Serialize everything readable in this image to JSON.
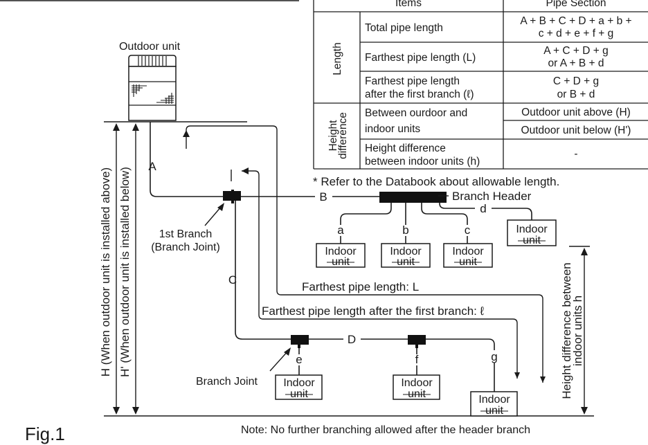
{
  "figure_label": "Fig.1",
  "table": {
    "header_items": "Items",
    "header_section": "Pipe Section",
    "group_length": "Length",
    "group_height_1": "Height",
    "group_height_2": "difference",
    "total_label": "Total pipe length",
    "total_value_1": "A + B + C + D + a + b +",
    "total_value_2": "c + d + e + f + g",
    "farthest_label": "Farthest pipe length (L)",
    "farthest_value_1": "A + C + D + g",
    "farthest_value_2": "or A + B + d",
    "after_first_label_1": "Farthest pipe length",
    "after_first_label_2": "after the first branch (ℓ)",
    "after_first_value_1": "C + D + g",
    "after_first_value_2": "or B + d",
    "between_label_1": "Between ourdoor and",
    "between_label_2": "indoor units",
    "above_value": "Outdoor unit above (H)",
    "below_value": "Outdoor unit below (H')",
    "indoor_diff_label_1": "Height difference",
    "indoor_diff_label_2": "between indoor units (h)",
    "indoor_diff_value": "-"
  },
  "databook_note": "* Refer to the Databook about allowable length.",
  "outdoor_unit_label": "Outdoor unit",
  "branch_header_label": "Branch Header",
  "first_branch_label_1": "1st Branch",
  "first_branch_label_2": "(Branch Joint)",
  "branch_joint_label": "Branch Joint",
  "indoor_unit_line_1": "Indoor",
  "indoor_unit_line_2": "unit",
  "pipe_labels": {
    "A": "A",
    "B": "B",
    "C": "C",
    "D": "D",
    "a": "a",
    "b": "b",
    "c": "c",
    "d": "d",
    "e": "e",
    "f": "f",
    "g": "g"
  },
  "farthest_L_label": "Farthest pipe length: L",
  "farthest_after_label": "Farthest pipe length after the first branch: ℓ",
  "height_H_label": "H (When outdoor unit is installed above)",
  "height_Hp_label": "H' (When outdoor unit is installed below)",
  "height_h_label_1": "Height difference between",
  "height_h_label_2": "indoor units h",
  "bottom_note": "Note: No further branching allowed after the header branch"
}
